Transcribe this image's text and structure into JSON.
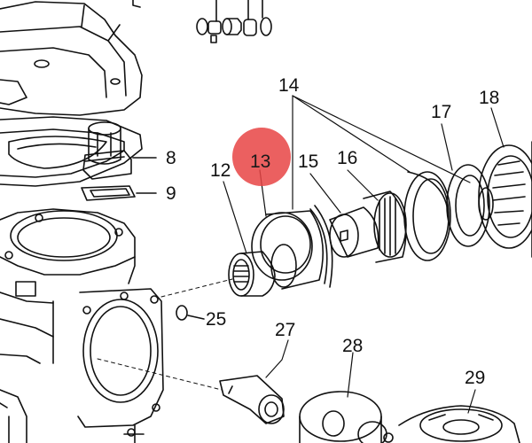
{
  "diagram": {
    "highlight_color": "#e84444",
    "highlighted_part": "13",
    "callouts": [
      {
        "id": "8",
        "label": "8"
      },
      {
        "id": "9",
        "label": "9"
      },
      {
        "id": "12",
        "label": "12"
      },
      {
        "id": "13",
        "label": "13"
      },
      {
        "id": "14",
        "label": "14"
      },
      {
        "id": "15",
        "label": "15"
      },
      {
        "id": "16",
        "label": "16"
      },
      {
        "id": "17",
        "label": "17"
      },
      {
        "id": "18",
        "label": "18"
      },
      {
        "id": "25",
        "label": "25"
      },
      {
        "id": "27",
        "label": "27"
      },
      {
        "id": "28",
        "label": "28"
      },
      {
        "id": "29",
        "label": "29"
      }
    ]
  }
}
